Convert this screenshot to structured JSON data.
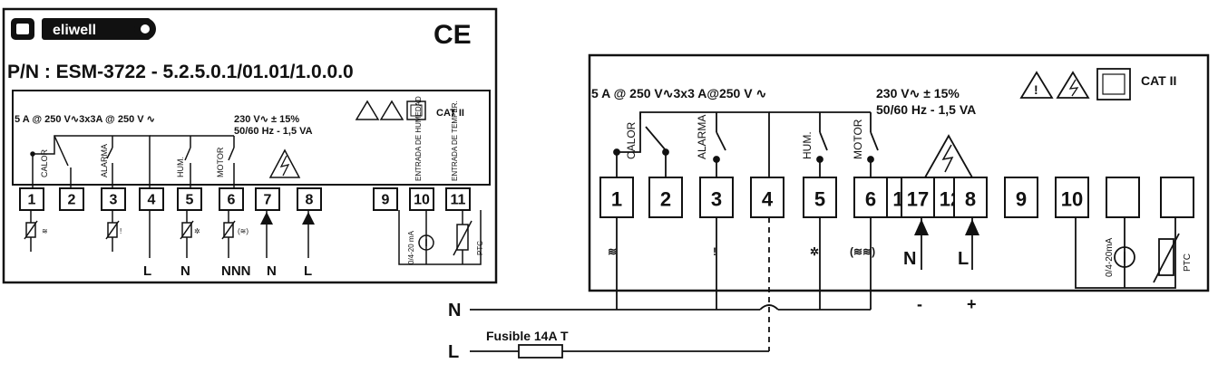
{
  "left_label": {
    "brand": "eliwell",
    "ce_mark": "CE",
    "part_number": "P/N : ESM-3722 - 5.2.5.0.1/01.01/1.0.0.0",
    "relay_rating": "5 A @ 250 V∿3x3A @ 250 V ∿",
    "power_voltage": "230 V∿  ± 15%",
    "power_freq": "50/60 Hz - 1,5 VA",
    "cat": "CAT II",
    "relay_labels": [
      "CALOR",
      "ALARMA",
      "HUM.",
      "MOTOR"
    ],
    "input_labels": [
      "ENTRADA DE HUMEDAD",
      "ENTRADA DE TEMPER."
    ],
    "terminals": [
      "1",
      "2",
      "3",
      "4",
      "5",
      "6",
      "7",
      "8",
      "9",
      "10",
      "11"
    ],
    "bottom_labels": [
      "L",
      "N",
      "NNN",
      "N",
      "L"
    ],
    "sensor_mA": "0/4-20 mA",
    "sensor_ptc": "PTC"
  },
  "right_diagram": {
    "relay_rating": "5 A @ 250 V∿3x3 A@250 V ∿",
    "power_voltage": "230 V∿  ± 15%",
    "power_freq": "50/60 Hz - 1,5 VA",
    "cat": "CAT II",
    "relay_labels": [
      "CALOR",
      "ALARMA",
      "HUM.",
      "MOTOR"
    ],
    "terminals": [
      "1",
      "2",
      "3",
      "4",
      "5",
      "6",
      "11",
      "17",
      "12",
      "8",
      "9",
      "10"
    ],
    "supply_labels": [
      "N",
      "L"
    ],
    "polarity": [
      "-",
      "+"
    ],
    "sensor_mA": "0/4-20mA",
    "sensor_ptc": "PTC"
  },
  "mains": {
    "n_label": "N",
    "l_label": "L",
    "fuse_label": "Fusible 14A T"
  }
}
